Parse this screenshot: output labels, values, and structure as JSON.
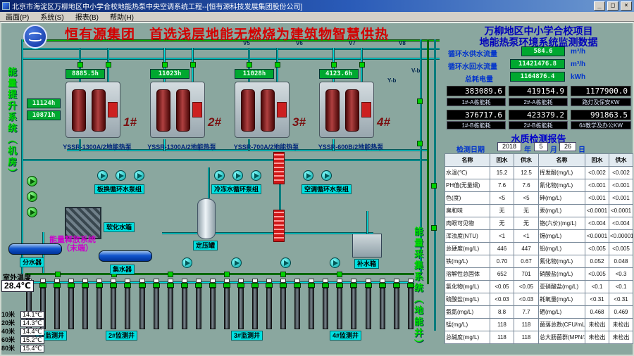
{
  "colors": {
    "panel_bg": "#8aa79f",
    "accent_red": "#d40000",
    "title_blue": "#0000bb",
    "pipe_cyan": "#00dddd",
    "pipe_green": "#00bb00",
    "led_green_bg": "#00a830",
    "magenta": "#cc00cc"
  },
  "window": {
    "title": "北京市海淀区万柳地区中小学合校地能热泵中央空调系统工程--[恒有源科技发展集团股份公司]",
    "buttons": {
      "minimize": "_",
      "maximize": "□",
      "close": "×"
    }
  },
  "menu": {
    "items": [
      {
        "label": "画面(P)"
      },
      {
        "label": "系统(S)"
      },
      {
        "label": "报表(B)"
      },
      {
        "label": "帮助(H)"
      }
    ]
  },
  "header": {
    "slogan": "恒有源集团　首选浅层地能无燃烧为建筑物智慧供热",
    "panel_title_line1": "万柳地区中小学合校项目",
    "panel_title_line2": "地能热泵环境系统监测数据"
  },
  "metrics": {
    "rows": [
      {
        "label": "循环水供水流量",
        "value": "584.6",
        "unit": "m³/h"
      },
      {
        "label": "循环水回水流量",
        "value": "11421476.8",
        "unit": "m³/h"
      },
      {
        "label": "总耗电量",
        "value": "1164876.4",
        "unit": "kWh"
      }
    ]
  },
  "energy": {
    "row1": [
      {
        "value": "383089.6",
        "label": "1#-A栋能耗"
      },
      {
        "value": "419154.9",
        "label": "2#-A栋能耗"
      },
      {
        "value": "1177900.0",
        "label": "路灯及保安KW"
      }
    ],
    "row2": [
      {
        "value": "376717.6",
        "label": "1#-B栋能耗"
      },
      {
        "value": "423379.2",
        "label": "2#-B栋能耗"
      },
      {
        "value": "991863.5",
        "label": "6#教学及办公KW"
      }
    ]
  },
  "report": {
    "title": "水质检测报告",
    "date_label": "检测日期",
    "year": "2018",
    "y_unit": "年",
    "month": "5",
    "m_unit": "月",
    "day": "26",
    "d_unit": "日",
    "headers": [
      "名称",
      "回水",
      "供水",
      "名称",
      "回水",
      "供水"
    ],
    "rows": [
      [
        "水温(℃)",
        "15.2",
        "12.5",
        "挥发酚(mg/L)",
        "<0.002",
        "<0.002"
      ],
      [
        "PH值(无量纲)",
        "7.6",
        "7.6",
        "氰化物(mg/L)",
        "<0.001",
        "<0.001"
      ],
      [
        "色(度)",
        "<5",
        "<5",
        "砷(mg/L)",
        "<0.001",
        "<0.001"
      ],
      [
        "臭和味",
        "无",
        "无",
        "汞(mg/L)",
        "<0.0001",
        "<0.0001"
      ],
      [
        "肉眼可见物",
        "无",
        "无",
        "铬(六价)(mg/L)",
        "<0.004",
        "<0.004"
      ],
      [
        "浑浊度(NTU)",
        "<1",
        "<1",
        "镉(mg/L)",
        "<0.0001",
        "<0.00001"
      ],
      [
        "总硬度(mg/L)",
        "446",
        "447",
        "铅(mg/L)",
        "<0.005",
        "<0.005"
      ],
      [
        "铁(mg/L)",
        "0.70",
        "0.67",
        "氟化物(mg/L)",
        "0.052",
        "0.048"
      ],
      [
        "溶解性总固体",
        "652",
        "701",
        "硝酸盐(mg/L)",
        "<0.005",
        "<0.3"
      ],
      [
        "氯化物(mg/L)",
        "<0.05",
        "<0.05",
        "亚硝酸盐(mg/L)",
        "<0.1",
        "<0.1"
      ],
      [
        "硫酸盐(mg/L)",
        "<0.03",
        "<0.03",
        "耗氧量(mg/L)",
        "<0.31",
        "<0.31"
      ],
      [
        "氨氮(mg/L)",
        "8.8",
        "7.7",
        "硒(mg/L)",
        "0.468",
        "0.469"
      ],
      [
        "锰(mg/L)",
        "118",
        "118",
        "菌落总数(CFU/mL)",
        "未检出",
        "未检出"
      ],
      [
        "总碱度(mg/L)",
        "118",
        "118",
        "总大肠菌群(MPN/100mL)",
        "未检出",
        "未检出"
      ]
    ]
  },
  "units": [
    {
      "id": "1#",
      "model": "YSSR-1300A/2地能热泵",
      "runtime": "8885.5h"
    },
    {
      "id": "2#",
      "model": "YSSR-1300A/2地能热泵",
      "runtime": "11023h"
    },
    {
      "id": "3#",
      "model": "YSSR-700A/2地能热泵",
      "runtime": "11028h"
    },
    {
      "id": "4#",
      "model": "YSSR-600B/2地能热泵",
      "runtime": "4123.6h"
    }
  ],
  "side_displays": [
    {
      "value": "11124h"
    },
    {
      "value": "10871h"
    }
  ],
  "labels": {
    "left_system": "能量提升系统（机房）",
    "right_system": "能量采集系统（地能井）",
    "release_system_1": "能量释放系统",
    "release_system_2": "（末端）",
    "pump_group_1": "板换循环水泵组",
    "pump_group_2": "冷冻水循环泵组",
    "pump_group_3": "空调循环水泵组",
    "soft_tank": "软化水箱",
    "makeup_tank": "补水箱",
    "pressure_tank": "定压罐",
    "divider": "分水器",
    "collector": "集水器",
    "outdoor_label": "室外温度",
    "outdoor_value": "28.4℃"
  },
  "valves": {
    "labels": [
      "V5",
      "V6",
      "V7",
      "V8",
      "V-b",
      "Y-b"
    ]
  },
  "depth_temps": [
    {
      "depth": "10米",
      "value": "14.1℃"
    },
    {
      "depth": "20米",
      "value": "14.3℃"
    },
    {
      "depth": "40米",
      "value": "14.4℃"
    },
    {
      "depth": "60米",
      "value": "15.2℃"
    },
    {
      "depth": "80米",
      "value": "15.4℃"
    }
  ],
  "wells": {
    "count": 28,
    "groups": [
      {
        "label": "1#监测井"
      },
      {
        "label": "2#监测井"
      },
      {
        "label": "3#监测井"
      },
      {
        "label": "4#监测井"
      }
    ]
  }
}
